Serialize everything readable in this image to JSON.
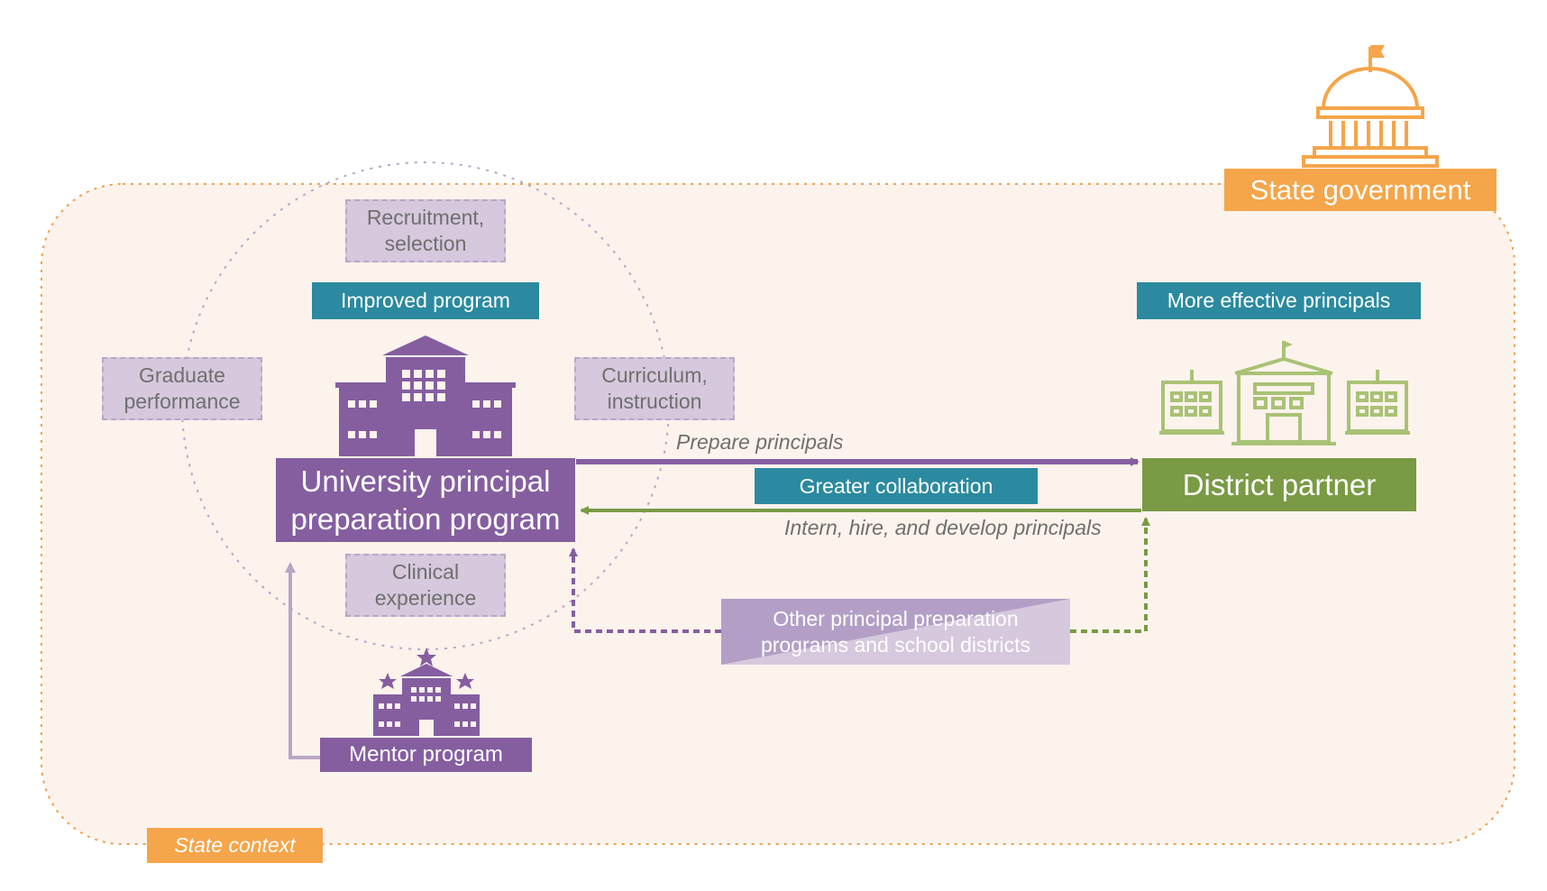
{
  "state_government": {
    "label": "State government"
  },
  "state_context": {
    "label": "State context"
  },
  "cycle": {
    "top": "Recruitment,\nselection",
    "left": "Graduate\nperformance",
    "right": "Curriculum,\ninstruction",
    "bottom": "Clinical\nexperience"
  },
  "improved_program": "Improved program",
  "more_effective": "More effective principals",
  "university": "University principal\npreparation program",
  "district": "District partner",
  "greater_collaboration": "Greater collaboration",
  "prepare_principals": "Prepare principals",
  "intern_hire": "Intern, hire, and develop principals",
  "other_programs": "Other principal preparation\nprograms and school districts",
  "mentor_program": "Mentor program",
  "colors": {
    "purple": "#855ea0",
    "green": "#7a9a45",
    "teal": "#2b8a9f",
    "orange": "#f5a54a",
    "lavender": "#d6c8dd",
    "background": "#fcf3ec"
  },
  "icons": [
    "capitol-icon",
    "university-building-icon",
    "school-buildings-icon",
    "mentor-building-icon"
  ]
}
